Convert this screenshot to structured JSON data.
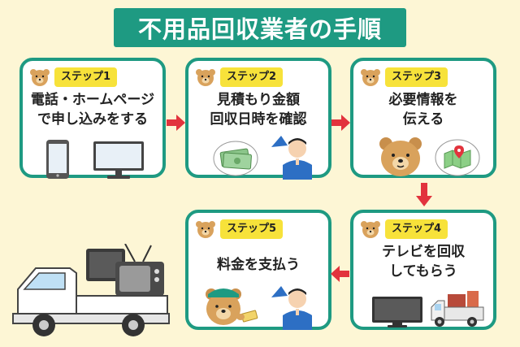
{
  "title": "不用品回収業者の手順",
  "colors": {
    "accent": "#1e9a82",
    "badge": "#f7e23a",
    "arrow": "#e2333d",
    "background": "#fdf6d5"
  },
  "steps": [
    {
      "label": "ステップ1",
      "lines": [
        "電話・ホームページ",
        "で申し込みをする"
      ],
      "icons": [
        "smartphone-icon",
        "desktop-monitor-icon"
      ]
    },
    {
      "label": "ステップ2",
      "lines": [
        "見積もり金額",
        "回収日時を確認"
      ],
      "icons": [
        "cash-icon",
        "worker-icon"
      ]
    },
    {
      "label": "ステップ3",
      "lines": [
        "必要情報を",
        "伝える"
      ],
      "icons": [
        "bear-icon",
        "map-icon"
      ]
    },
    {
      "label": "ステップ4",
      "lines": [
        "テレビを回収",
        "してもらう"
      ],
      "icons": [
        "tv-icon",
        "truck-icon"
      ]
    },
    {
      "label": "ステップ5",
      "lines": [
        "料金を支払う"
      ],
      "icons": [
        "bear-paying-icon",
        "worker-icon"
      ]
    }
  ]
}
